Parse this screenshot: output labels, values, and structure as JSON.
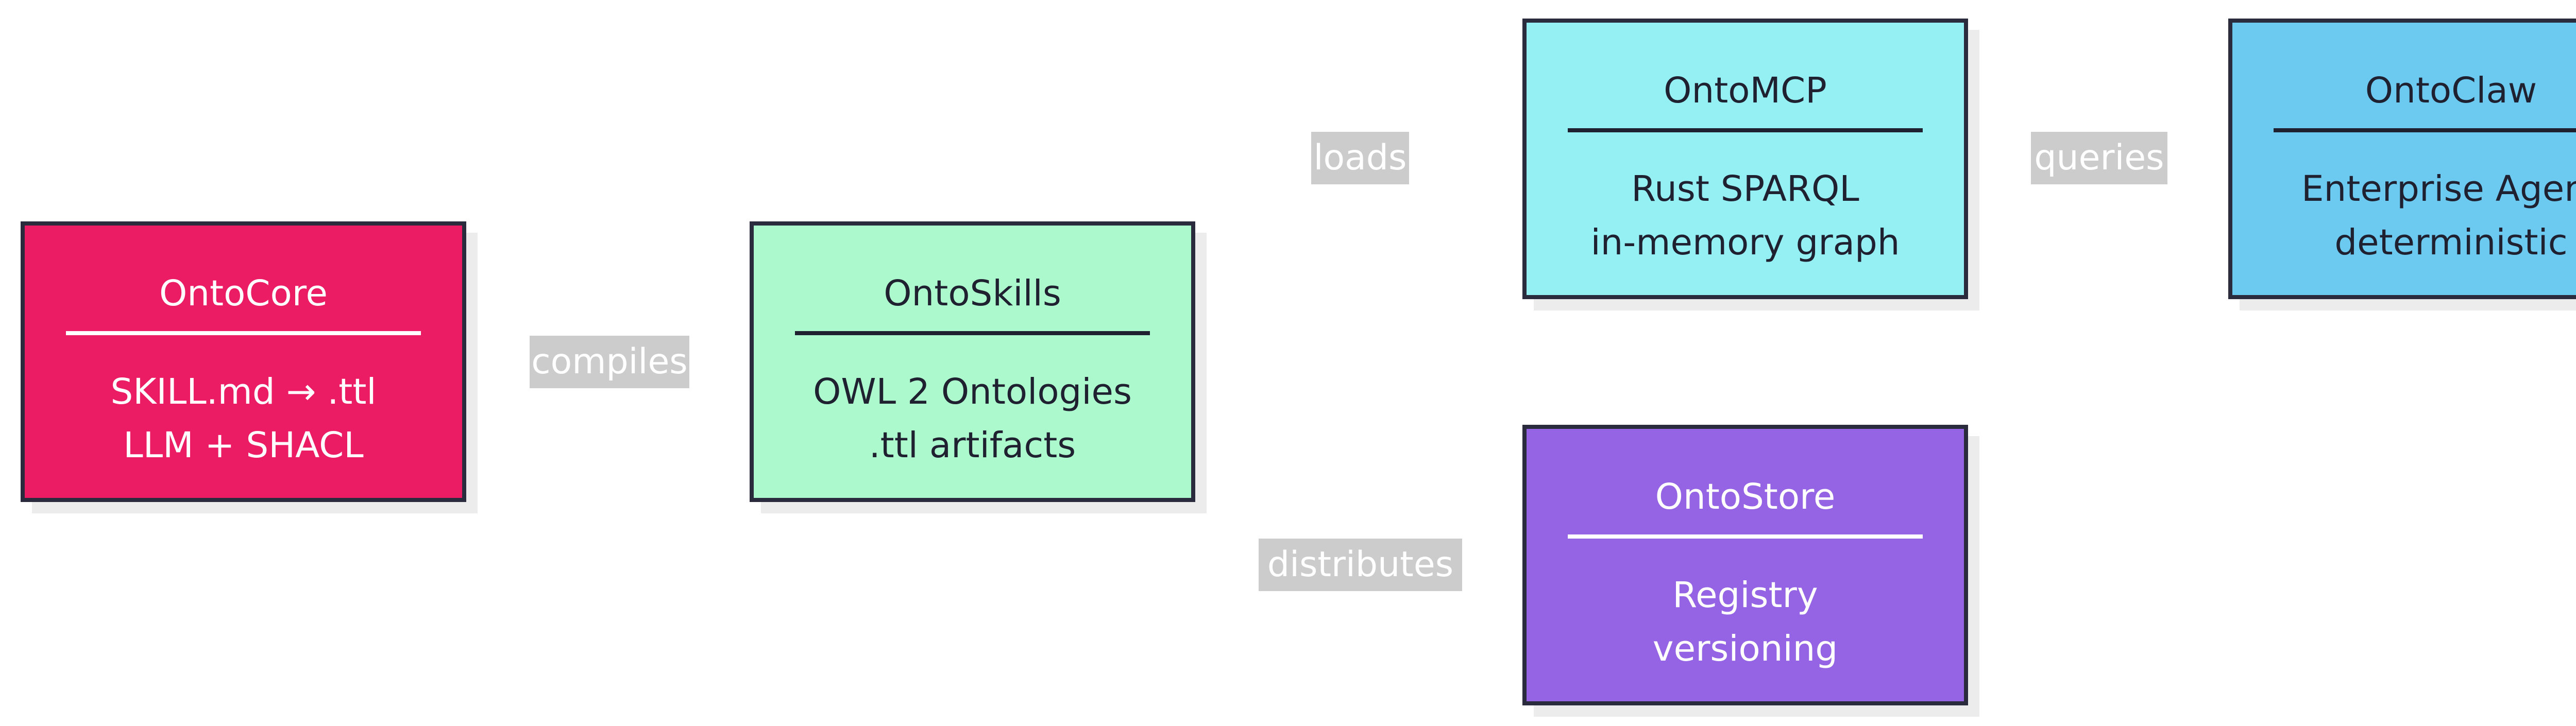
{
  "nodes": [
    {
      "id": "ontocore",
      "title": "OntoCore",
      "line1": "SKILL.md → .ttl",
      "line2": "LLM + SHACL",
      "fill": "#ec1c64",
      "text": "#ffffff"
    },
    {
      "id": "ontoskills",
      "title": "OntoSkills",
      "line1": "OWL 2 Ontologies",
      "line2": ".ttl artifacts",
      "fill": "#acf9cd",
      "text": "#1f2030"
    },
    {
      "id": "ontomcp",
      "title": "OntoMCP",
      "line1": "Rust SPARQL",
      "line2": "in-memory graph",
      "fill": "#95f0f4",
      "text": "#1f2030"
    },
    {
      "id": "ontoclaw",
      "title": "OntoClaw",
      "line1": "Enterprise Agent",
      "line2": "deterministic",
      "fill": "#6ccaf0",
      "text": "#1f2030"
    },
    {
      "id": "ontostore",
      "title": "OntoStore",
      "line1": "Registry",
      "line2": "versioning",
      "fill": "#9564e4",
      "text": "#ffffff"
    }
  ],
  "edges": [
    {
      "from": "ontocore",
      "to": "ontoskills",
      "label": "compiles"
    },
    {
      "from": "ontoskills",
      "to": "ontomcp",
      "label": "loads"
    },
    {
      "from": "ontomcp",
      "to": "ontoclaw",
      "label": "queries"
    },
    {
      "from": "ontoskills",
      "to": "ontostore",
      "label": "distributes"
    }
  ],
  "colors": {
    "border": "#2a2c3d",
    "shadow": "#ececec",
    "edge_label_bg": "#cccccc",
    "edge_label_text": "#ffffff"
  }
}
